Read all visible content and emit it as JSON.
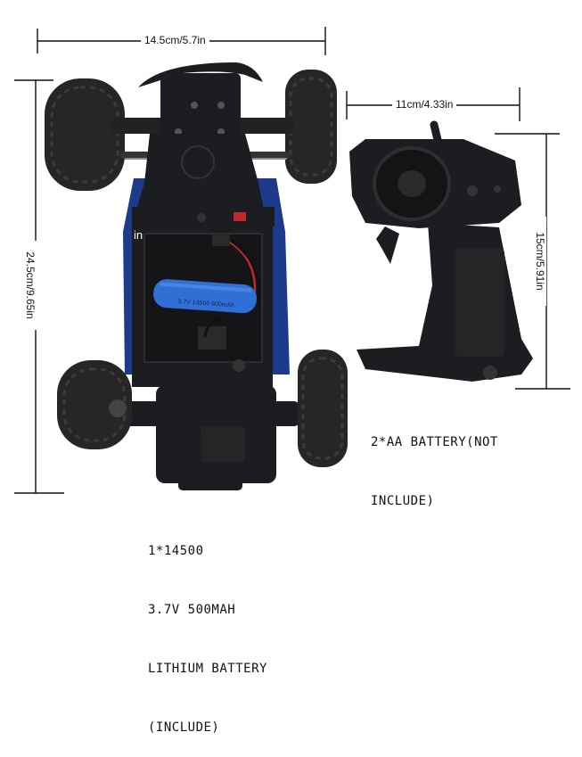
{
  "dimensions": {
    "car_width": "14.5cm/5.7in",
    "car_length": "24.5cm/9.65in",
    "remote_width": "11cm/4.33in",
    "remote_height": "15cm/5.91in"
  },
  "car_battery": {
    "line1": "1*14500",
    "line2": "3.7V 500MAH",
    "line3": "LITHIUM BATTERY",
    "line4": "(INCLUDE)",
    "cell_label": "3.7V 14500 500mAh"
  },
  "remote_battery": {
    "line1": "2*AA BATTERY(NOT",
    "line2": "INCLUDE)"
  },
  "car_marker": "in",
  "colors": {
    "body": "#1c1d21",
    "tire": "#262626",
    "chassis_blue": "#1d3b8a",
    "battery_blue": "#2f6fd6",
    "switch_red": "#c0282a"
  }
}
